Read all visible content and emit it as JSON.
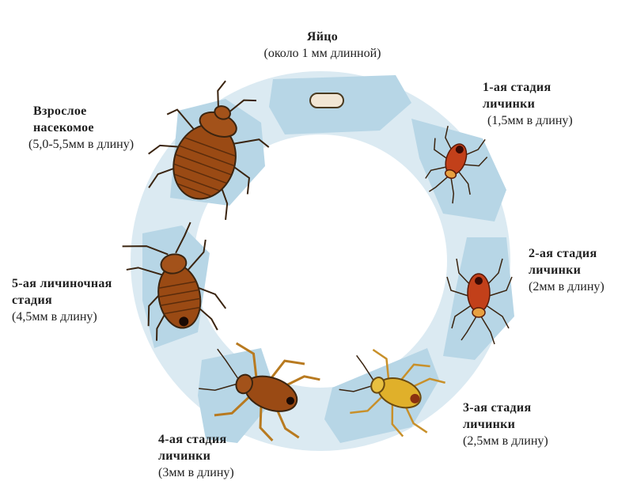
{
  "diagram": {
    "type": "lifecycle-cycle",
    "subject": "bed bug",
    "colors": {
      "ring": "#dbeaf2",
      "panel": "#b7d6e6",
      "text": "#1e1e1e",
      "adult_body": "#9a4a14",
      "nymph1_body": "#c2401a",
      "nymph3_body": "#e0b02a",
      "egg": "#f2e6d4"
    },
    "stages": [
      {
        "id": "egg",
        "title": "Яйцо",
        "size": "(около 1 мм длинной)"
      },
      {
        "id": "nymph1",
        "title_line1": "1-ая стадия",
        "title_line2": "личинки",
        "size": "(1,5мм в длину)"
      },
      {
        "id": "nymph2",
        "title_line1": "2-ая стадия",
        "title_line2": "личинки",
        "size": "(2мм в длину)"
      },
      {
        "id": "nymph3",
        "title_line1": "3-ая стадия",
        "title_line2": "личинки",
        "size": "(2,5мм в длину)"
      },
      {
        "id": "nymph4",
        "title_line1": "4-ая стадия",
        "title_line2": "личинки",
        "size": "(3мм в длину)"
      },
      {
        "id": "nymph5",
        "title_line1": "5-ая личиночная",
        "title_line2": "стадия",
        "size": "(4,5мм в длину)"
      },
      {
        "id": "adult",
        "title_line1": "Взрослое",
        "title_line2": "насекомое",
        "size": "(5,0-5,5мм в длину)"
      }
    ]
  }
}
